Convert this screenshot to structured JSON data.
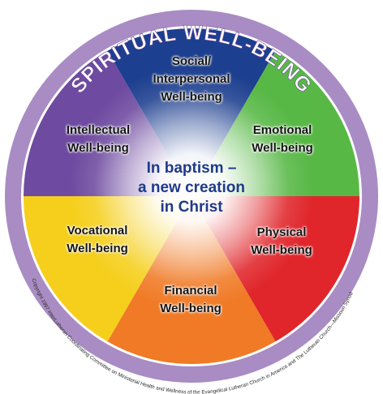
{
  "diagram": {
    "title": "SPIRITUAL WELL-BEING",
    "center": {
      "line1": "In baptism –",
      "line2": "a new creation",
      "line3": "in Christ"
    },
    "segments": [
      {
        "id": "social",
        "line1": "Social/",
        "line2": "Interpersonal",
        "line3": "Well-being",
        "color": "#1d3f8f"
      },
      {
        "id": "emotional",
        "line1": "Emotional",
        "line2": "Well-being",
        "color": "#57b845"
      },
      {
        "id": "physical",
        "line1": "Physical",
        "line2": "Well-being",
        "color": "#e0262b"
      },
      {
        "id": "financial",
        "line1": "Financial",
        "line2": "Well-being",
        "color": "#f07a25"
      },
      {
        "id": "vocational",
        "line1": "Vocational",
        "line2": "Well-being",
        "color": "#f5cf1c"
      },
      {
        "id": "intellectual",
        "line1": "Intellectual",
        "line2": "Well-being",
        "color": "#6e4aa0"
      }
    ],
    "ring_color": "#a98cc3",
    "copyright": "Copyright 1997 InterLutheran Coordinating Committee on Ministerial Health and Wellness of the Evangelical Lutheran Church in America and The Lutheran Church—Missouri Synod"
  }
}
